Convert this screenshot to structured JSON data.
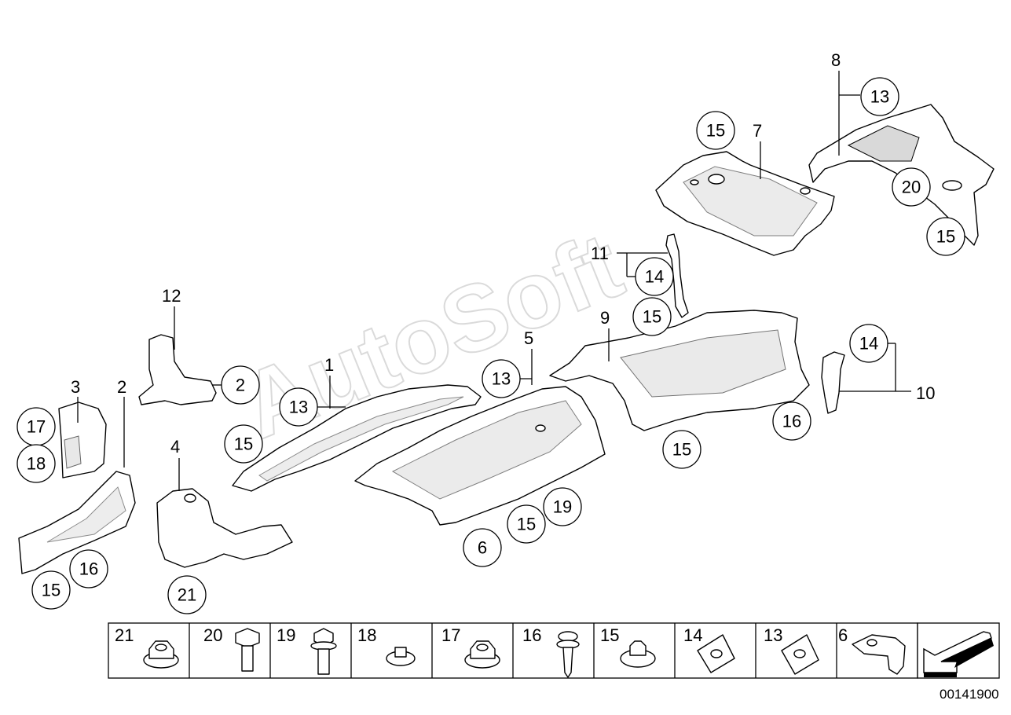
{
  "watermark": "AutoSoft",
  "doc_number": "00141900",
  "plain_labels": [
    {
      "id": "p8",
      "text": "8"
    },
    {
      "id": "p7",
      "text": "7"
    },
    {
      "id": "p11",
      "text": "11"
    },
    {
      "id": "p12",
      "text": "12"
    },
    {
      "id": "p1",
      "text": "1"
    },
    {
      "id": "p5",
      "text": "5"
    },
    {
      "id": "p9",
      "text": "9"
    },
    {
      "id": "p3",
      "text": "3"
    },
    {
      "id": "p2",
      "text": "2"
    },
    {
      "id": "p4",
      "text": "4"
    },
    {
      "id": "p10",
      "text": "10"
    }
  ],
  "circle_labels": [
    {
      "id": "c13a",
      "text": "13"
    },
    {
      "id": "c15a",
      "text": "15"
    },
    {
      "id": "c20a",
      "text": "20"
    },
    {
      "id": "c15b",
      "text": "15"
    },
    {
      "id": "c14a",
      "text": "14"
    },
    {
      "id": "c15c",
      "text": "15"
    },
    {
      "id": "c2a",
      "text": "2"
    },
    {
      "id": "c13b",
      "text": "13"
    },
    {
      "id": "c13c",
      "text": "13"
    },
    {
      "id": "c14b",
      "text": "14"
    },
    {
      "id": "c17a",
      "text": "17"
    },
    {
      "id": "c18a",
      "text": "18"
    },
    {
      "id": "c15d",
      "text": "15"
    },
    {
      "id": "c16a",
      "text": "16"
    },
    {
      "id": "c15e",
      "text": "15"
    },
    {
      "id": "c19a",
      "text": "19"
    },
    {
      "id": "c15f",
      "text": "15"
    },
    {
      "id": "c6a",
      "text": "6"
    },
    {
      "id": "c16b",
      "text": "16"
    },
    {
      "id": "c15g",
      "text": "15"
    },
    {
      "id": "c21a",
      "text": "21"
    }
  ],
  "legend": [
    {
      "num": "21",
      "icon": "flange-nut-icon"
    },
    {
      "num": "20",
      "icon": "hex-bolt-icon"
    },
    {
      "num": "19",
      "icon": "flange-bolt-icon"
    },
    {
      "num": "18",
      "icon": "small-washer-nut-icon"
    },
    {
      "num": "17",
      "icon": "flange-nut-icon"
    },
    {
      "num": "16",
      "icon": "washer-screw-icon"
    },
    {
      "num": "15",
      "icon": "washer-nut-icon"
    },
    {
      "num": "14",
      "icon": "speed-clip-icon"
    },
    {
      "num": "13",
      "icon": "speed-clip-icon"
    },
    {
      "num": "6",
      "icon": "bracket-icon"
    }
  ]
}
